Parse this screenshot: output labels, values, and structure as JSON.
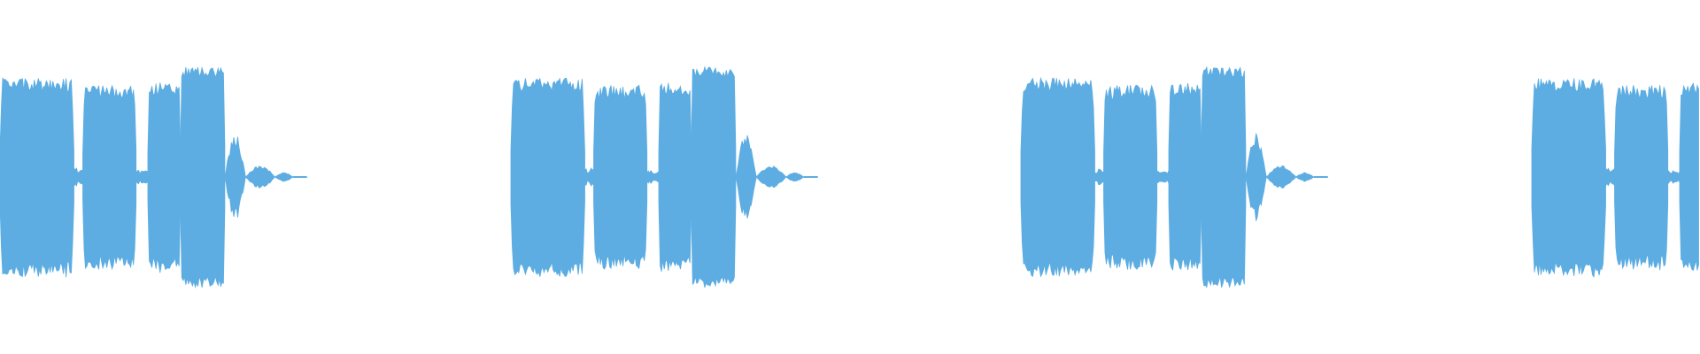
{
  "waveform": {
    "color": "#5dade2",
    "background": "#ffffff",
    "sample_rate_note": "",
    "repeats": 4,
    "pattern": [
      {
        "kind": "burst",
        "amp": 0.86,
        "len": 0.05,
        "jag": 0.07
      },
      {
        "kind": "gap",
        "len": 0.006,
        "amp": 0.08
      },
      {
        "kind": "burst",
        "amp": 0.8,
        "len": 0.036,
        "jag": 0.08
      },
      {
        "kind": "gap",
        "len": 0.008,
        "amp": 0.06
      },
      {
        "kind": "burst",
        "amp": 0.82,
        "len": 0.022,
        "jag": 0.07
      },
      {
        "kind": "burst",
        "amp": 0.96,
        "len": 0.03,
        "jag": 0.05
      },
      {
        "kind": "tail",
        "amp": 0.38,
        "len": 0.014
      },
      {
        "kind": "tail",
        "amp": 0.1,
        "len": 0.02
      },
      {
        "kind": "tail",
        "amp": 0.04,
        "len": 0.012
      }
    ]
  }
}
